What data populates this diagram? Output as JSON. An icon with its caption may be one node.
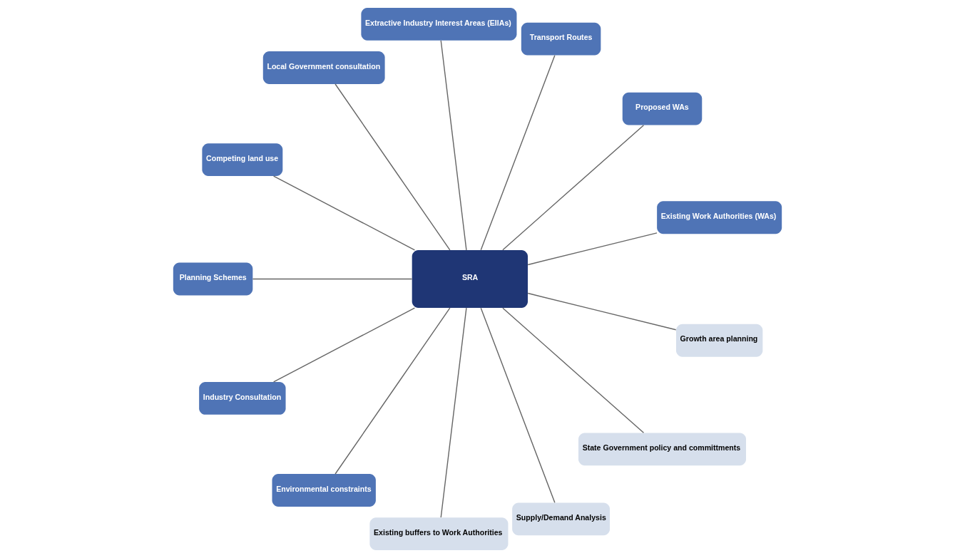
{
  "diagram": {
    "nodes": [
      {
        "text": [
          "Existing Work Authorities (WAs)"
        ]
      },
      {
        "text": [
          "Proposed WAs"
        ]
      },
      {
        "text": [
          "Transport Routes"
        ]
      },
      {
        "text": [
          "Extractive Industry Interest Areas (EIIAs)"
        ]
      },
      {
        "text": [
          "Local Government consultation"
        ]
      },
      {
        "text": [
          "Competing land use"
        ]
      },
      {
        "text": [
          "SRA"
        ]
      },
      {
        "text": [
          "Planning Schemes"
        ]
      },
      {
        "text": [
          "Industry Consultation"
        ]
      },
      {
        "text": [
          "Environmental constraints"
        ]
      },
      {
        "text": [
          "Existing buffers to Work Authorities"
        ]
      },
      {
        "text": [
          "Supply/Demand Analysis"
        ]
      },
      {
        "text": [
          "State Government policy and committments"
        ]
      },
      {
        "text": [
          "Growth area planning"
        ]
      }
    ],
    "edges": [
      {
        "from": 6,
        "to": 0,
        "arrow": "none"
      },
      {
        "from": 6,
        "to": 1,
        "arrow": "none"
      },
      {
        "from": 6,
        "to": 2,
        "arrow": "none"
      },
      {
        "from": 6,
        "to": 3,
        "arrow": "none"
      },
      {
        "from": 6,
        "to": 4,
        "arrow": "none"
      },
      {
        "from": 6,
        "to": 5,
        "arrow": "none"
      },
      {
        "from": 6,
        "to": 7,
        "arrow": "none"
      },
      {
        "from": 6,
        "to": 8,
        "arrow": "none"
      },
      {
        "from": 6,
        "to": 9,
        "arrow": "none"
      },
      {
        "from": 6,
        "to": 12,
        "arrow": "none"
      },
      {
        "from": 6,
        "to": 10,
        "arrow": "none"
      },
      {
        "from": 6,
        "to": 11,
        "arrow": "none"
      },
      {
        "from": 6,
        "to": 13,
        "arrow": "none"
      }
    ]
  }
}
